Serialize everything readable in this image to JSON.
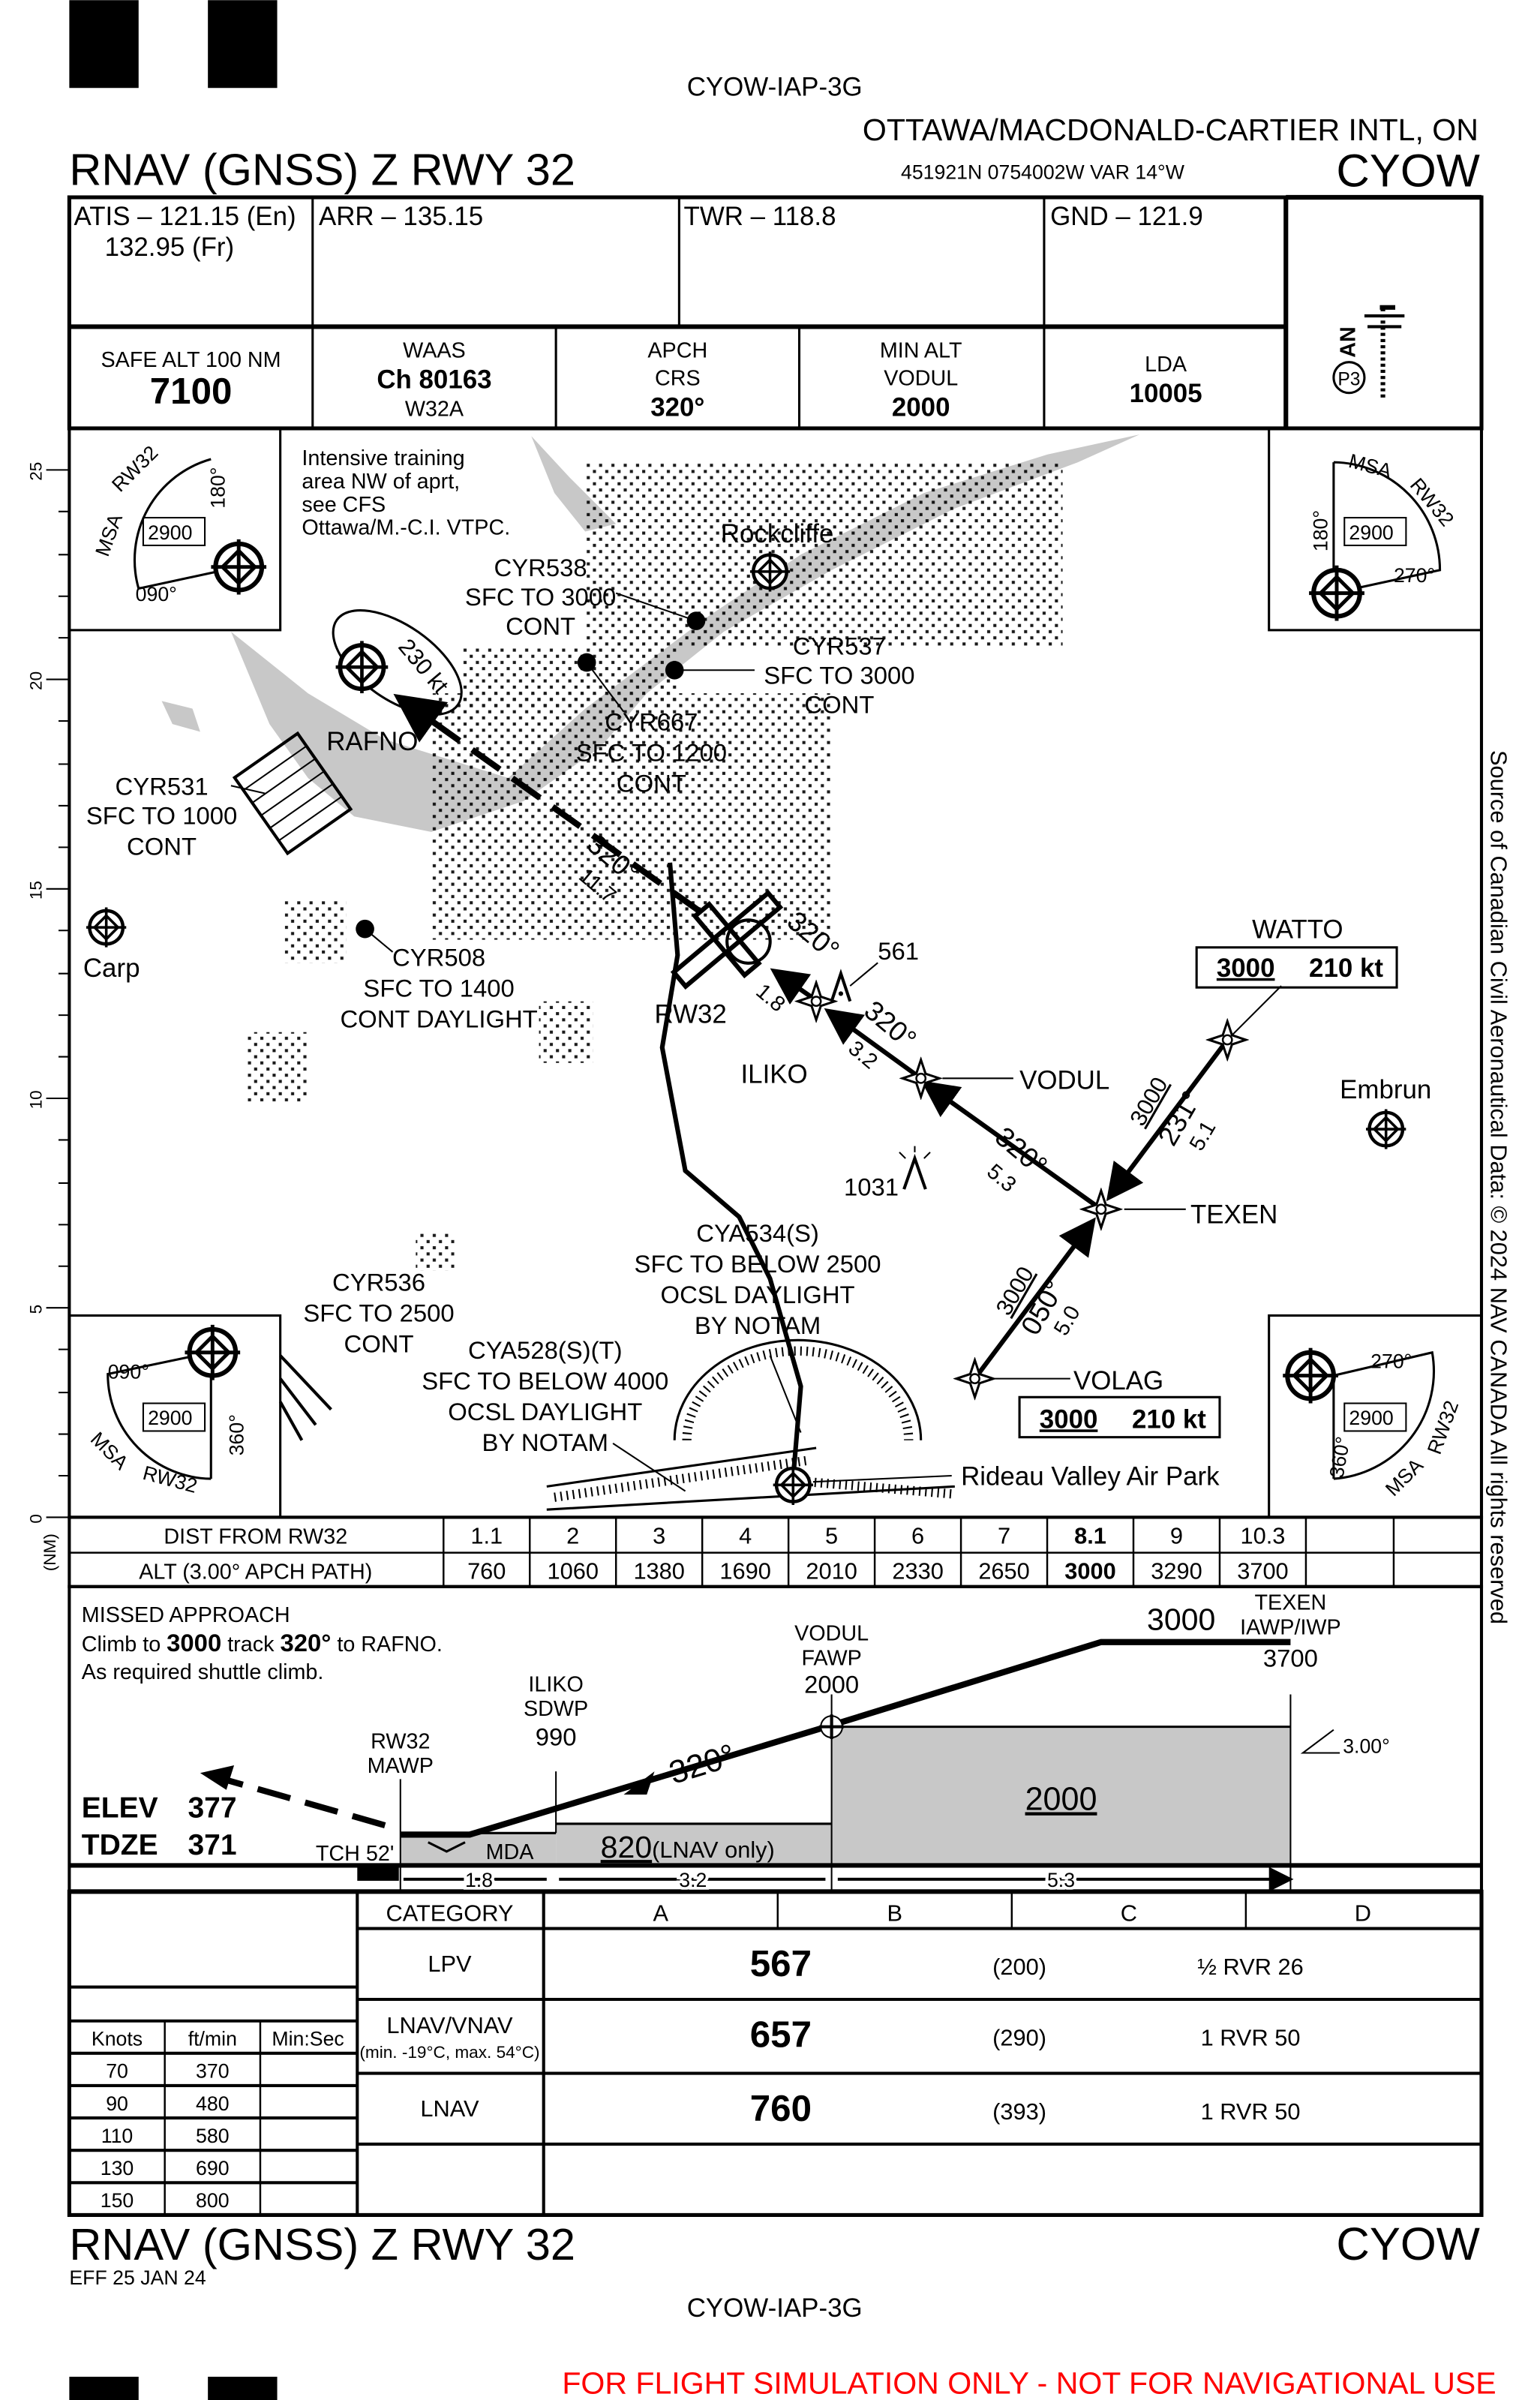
{
  "header": {
    "chart_id": "CYOW-IAP-3G",
    "airport_name": "OTTAWA/MACDONALD-CARTIER INTL, ON",
    "procedure_title": "RNAV (GNSS) Z RWY 32",
    "coordinates": "451921N  0754002W  VAR 14°W",
    "airport_ident": "CYOW"
  },
  "comms": {
    "atis": "ATIS – 121.15 (En)",
    "atis_fr": "132.95 (Fr)",
    "arr": "ARR – 135.15",
    "twr": "TWR – 118.8",
    "gnd": "GND – 121.9"
  },
  "briefing": {
    "safe_alt_label": "SAFE ALT 100 NM",
    "safe_alt_value": "7100",
    "waas_label": "WAAS",
    "waas_channel": "Ch 80163",
    "waas_id": "W32A",
    "apch_label1": "APCH",
    "apch_label2": "CRS",
    "apch_value": "320°",
    "min_alt_label1": "MIN ALT",
    "min_alt_label2": "VODUL",
    "min_alt_value": "2000",
    "lda_label": "LDA",
    "lda_value": "10005",
    "lighting_code": "AN",
    "papi": "P3"
  },
  "plan": {
    "scale_ticks": [
      "0",
      "5",
      "10",
      "15",
      "20",
      "25"
    ],
    "scale_unit": "(NM)",
    "note": [
      "Intensive training",
      "area NW of aprt,",
      "see CFS",
      "Ottawa/M.-C.I. VTPC."
    ],
    "msa": {
      "label": "MSA",
      "rwy": "RW32",
      "alt": "2900",
      "b1": "090°",
      "b2": "180°",
      "b3": "270°",
      "b4": "360°"
    },
    "places": {
      "rockcliffe": "Rockcliffe",
      "carp": "Carp",
      "embrun": "Embrun",
      "rideau": "Rideau Valley Air Park"
    },
    "airspace": {
      "cyr538": [
        "CYR538",
        "SFC TO 3000",
        "CONT"
      ],
      "cyr537": [
        "CYR537",
        "SFC TO 3000",
        "CONT"
      ],
      "cyr667": [
        "CYR667",
        "SFC TO 1200",
        "CONT"
      ],
      "cyr531": [
        "CYR531",
        "SFC TO 1000",
        "CONT"
      ],
      "cyr508": [
        "CYR508",
        "SFC TO 1400",
        "CONT DAYLIGHT"
      ],
      "cyr536": [
        "CYR536",
        "SFC TO 2500",
        "CONT"
      ],
      "cya534": [
        "CYA534(S)",
        "SFC TO BELOW 2500",
        "OCSL DAYLIGHT",
        "BY NOTAM"
      ],
      "cya528": [
        "CYA528(S)(T)",
        "SFC TO BELOW 4000",
        "OCSL DAYLIGHT",
        "BY NOTAM"
      ]
    },
    "fixes": {
      "rafno": "RAFNO",
      "rw32": "RW32",
      "iliko": "ILIKO",
      "vodul": "VODUL",
      "texen": "TEXEN",
      "watto": "WATTO",
      "volag": "VOLAG"
    },
    "hold_speed": "230 kt",
    "watto_alt": "3000",
    "watto_speed": "210 kt",
    "volag_alt": "3000",
    "volag_speed": "210 kt",
    "legs": {
      "final_crs": "320°",
      "final_dist": "11.7",
      "rw_iliko_dist": "1.8",
      "iliko_crs": "320°",
      "iliko_vodul_dist": "3.2",
      "vodul_crs": "320°",
      "texen_vodul_dist": "5.3",
      "watto_alt": "3000",
      "watto_crs": "231°",
      "watto_dist": "5.1",
      "volag_alt": "3000",
      "volag_crs": "050°",
      "volag_dist": "5.0",
      "iliko_obst": "561",
      "obstacle": "1031"
    }
  },
  "dist_table": {
    "row1_label": "DIST FROM RW32",
    "row2_label": "ALT (3.00° APCH PATH)",
    "dist": [
      "1.1",
      "2",
      "3",
      "4",
      "5",
      "6",
      "7",
      "8.1",
      "9",
      "10.3",
      "",
      ""
    ],
    "alt": [
      "760",
      "1060",
      "1380",
      "1690",
      "2010",
      "2330",
      "2650",
      "3000",
      "3290",
      "3700",
      "",
      ""
    ]
  },
  "profile": {
    "missed_title": "MISSED APPROACH",
    "missed_l1_a": "Climb to",
    "missed_l1_alt": "3000",
    "missed_l1_b": "track",
    "missed_l1_crs": "320°",
    "missed_l1_c": "to RAFNO.",
    "missed_l2": "As required shuttle climb.",
    "elev_label": "ELEV",
    "elev": "377",
    "tdze_label": "TDZE",
    "tdze": "371",
    "tch": "TCH 52'",
    "rw32": "RW32",
    "mawp": "MAWP",
    "iliko": "ILIKO",
    "sdwp": "SDWP",
    "iliko_alt": "990",
    "vodul": "VODUL",
    "fawp": "FAWP",
    "vodul_alt": "2000",
    "texen": "TEXEN",
    "iawp": "IAWP/IWP",
    "texen_alt": "3700",
    "level_alt": "3000",
    "crs": "320°",
    "glide": "3.00°",
    "mda": "MDA",
    "step1": "820",
    "step1_note": "(LNAV only)",
    "step2": "2000",
    "d1": "1.8",
    "d2": "3.2",
    "d3": "5.3"
  },
  "minima": {
    "category_label": "CATEGORY",
    "categories": [
      "A",
      "B",
      "C",
      "D"
    ],
    "rows": [
      {
        "name": "LPV",
        "sub": "",
        "da": "567",
        "hat": "(200)",
        "vis": "½ RVR 26"
      },
      {
        "name": "LNAV/VNAV",
        "sub": "(min. -19°C, max. 54°C)",
        "da": "657",
        "hat": "(290)",
        "vis": "1 RVR 50"
      },
      {
        "name": "LNAV",
        "sub": "",
        "da": "760",
        "hat": "(393)",
        "vis": "1 RVR 50"
      }
    ],
    "rate_headers": [
      "Knots",
      "ft/min",
      "Min:Sec"
    ],
    "rates": [
      [
        "70",
        "370",
        ""
      ],
      [
        "90",
        "480",
        ""
      ],
      [
        "110",
        "580",
        ""
      ],
      [
        "130",
        "690",
        ""
      ],
      [
        "150",
        "800",
        ""
      ]
    ]
  },
  "footer": {
    "effective": "EFF 25 JAN 24",
    "disclaimer": "FOR FLIGHT SIMULATION ONLY - NOT FOR NAVIGATIONAL USE",
    "copyright": "Source of Canadian Civil Aeronautical Data: © 2024 NAV CANADA All rights reserved"
  },
  "colors": {
    "terrain": "#c8c8c8",
    "disclaimer": "#ff0000"
  }
}
